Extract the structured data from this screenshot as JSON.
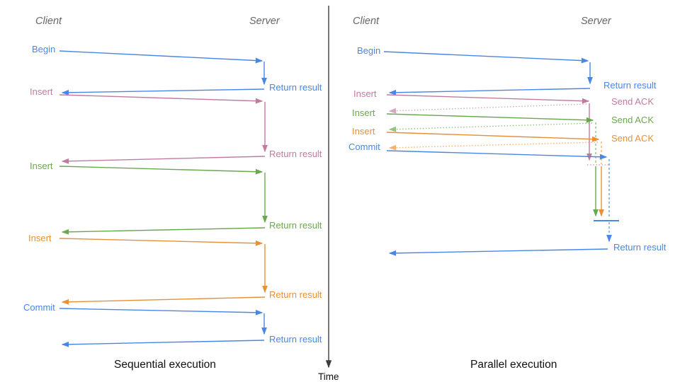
{
  "colors": {
    "blue": "#4a86e8",
    "pink": "#c27ba0",
    "green": "#6aa84f",
    "orange": "#e69138",
    "lightblue": "#6d9eeb",
    "lightpink": "#d5a6bd",
    "lightgreen": "#93c47d",
    "lightorange": "#f6b26b",
    "axis": "#3d3d3d",
    "header": "#666666",
    "title": "#111111"
  },
  "time_axis": {
    "label": "Time"
  },
  "sequential": {
    "title": "Sequential execution",
    "client_header": "Client",
    "server_header": "Server",
    "messages": [
      {
        "label": "Begin",
        "color": "blue",
        "response": "Return result"
      },
      {
        "label": "Insert",
        "color": "pink",
        "response": "Return result"
      },
      {
        "label": "Insert",
        "color": "green",
        "response": "Return result"
      },
      {
        "label": "Insert",
        "color": "orange",
        "response": "Return result"
      },
      {
        "label": "Commit",
        "color": "blue",
        "response": "Return result"
      }
    ]
  },
  "parallel": {
    "title": "Parallel execution",
    "client_header": "Client",
    "server_header": "Server",
    "messages": [
      {
        "label": "Begin",
        "color": "blue",
        "response": "Return result"
      },
      {
        "label": "Insert",
        "color": "pink",
        "response": "Send ACK"
      },
      {
        "label": "Insert",
        "color": "green",
        "response": "Send ACK"
      },
      {
        "label": "Insert",
        "color": "orange",
        "response": "Send ACK"
      },
      {
        "label": "Commit",
        "color": "blue",
        "response": "Return result"
      }
    ]
  }
}
